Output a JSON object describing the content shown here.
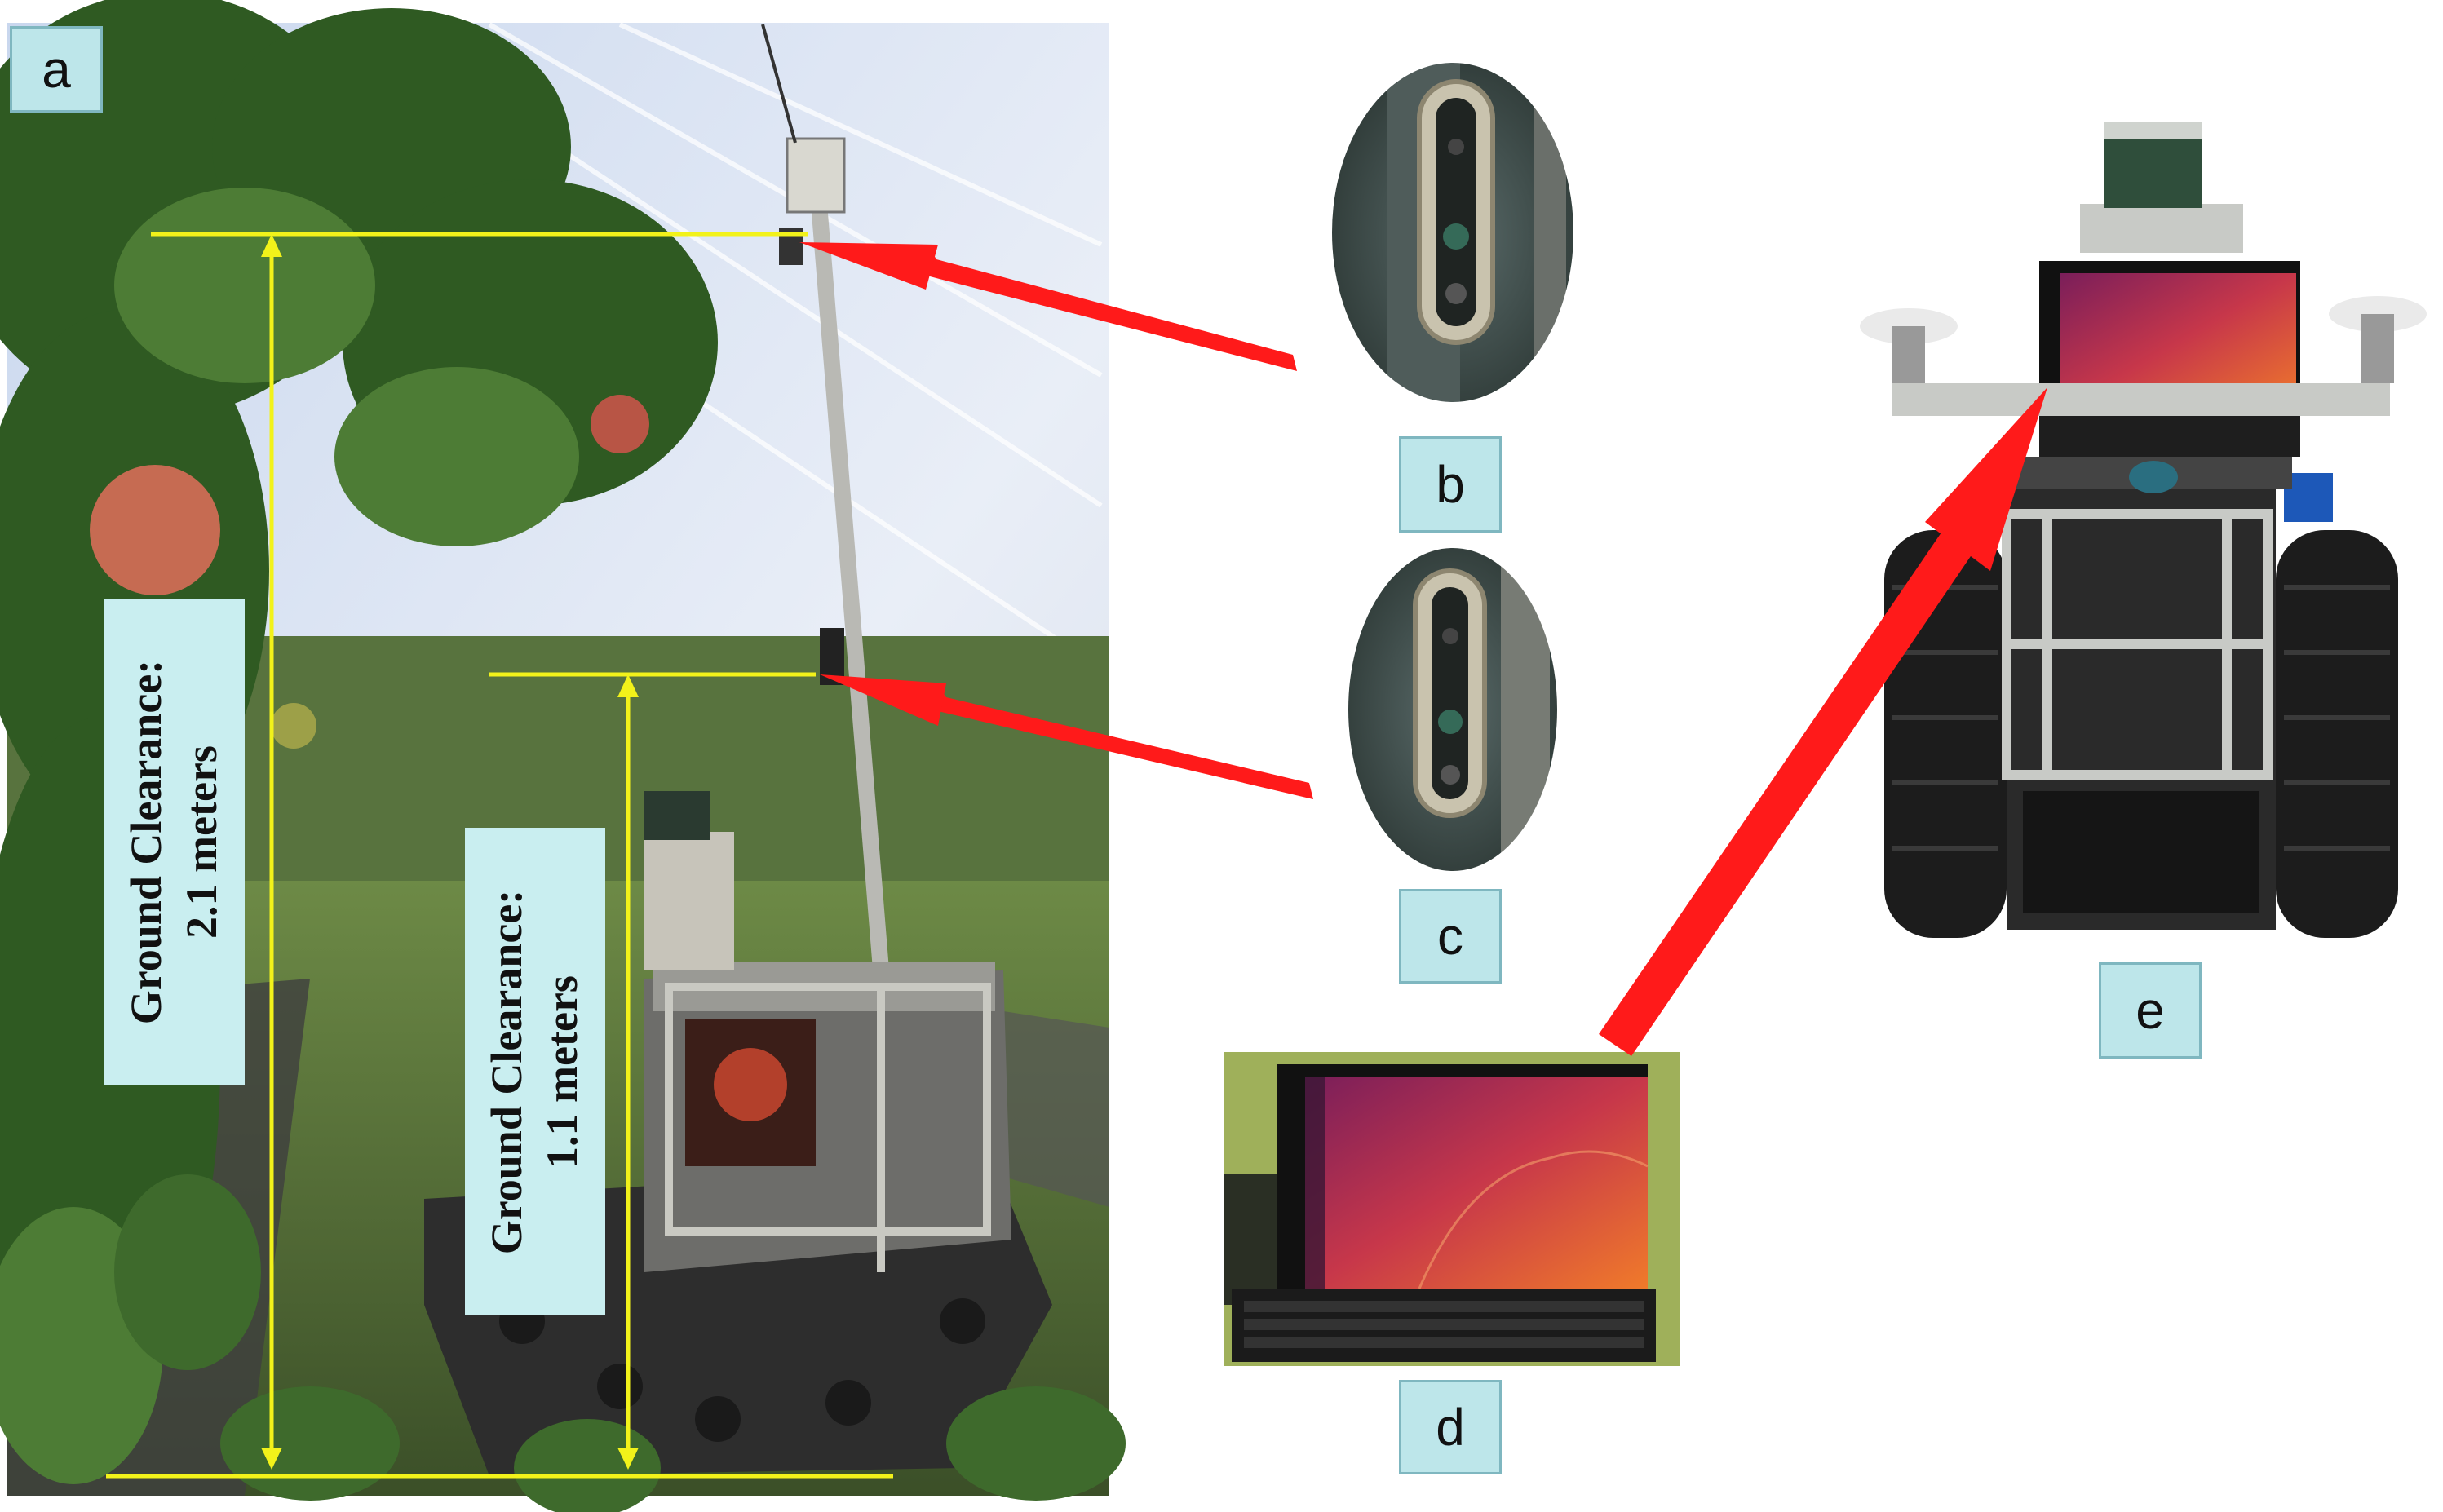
{
  "panels": {
    "a": "a",
    "b": "b",
    "c": "c",
    "d": "d",
    "e": "e"
  },
  "clearance_high": {
    "line1": "Ground Clearance:",
    "line2": "2.1 meters"
  },
  "clearance_low": {
    "line1": "Ground Clearance:",
    "line2": "1.1 meters"
  },
  "colors": {
    "guide_line": "#f2f21a",
    "arrow": "#ff1a1a",
    "label_bg": "#bde6ea"
  }
}
